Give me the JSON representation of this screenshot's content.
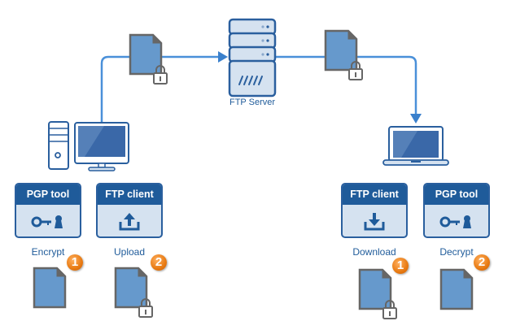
{
  "server": {
    "label": "FTP Server"
  },
  "sender": {
    "tools": [
      {
        "title": "PGP tool",
        "icon": "key-icon",
        "action": "Encrypt",
        "step": "1",
        "file_locked": false
      },
      {
        "title": "FTP client",
        "icon": "upload-icon",
        "action": "Upload",
        "step": "2",
        "file_locked": true
      }
    ]
  },
  "receiver": {
    "tools": [
      {
        "title": "FTP client",
        "icon": "download-icon",
        "action": "Download",
        "step": "1",
        "file_locked": true
      },
      {
        "title": "PGP tool",
        "icon": "key-icon",
        "action": "Decrypt",
        "step": "2",
        "file_locked": false
      }
    ]
  },
  "colors": {
    "primary": "#1f5b9a",
    "line": "#4a90d9",
    "file_fill": "#6699cc",
    "badge": "#e87a12"
  }
}
